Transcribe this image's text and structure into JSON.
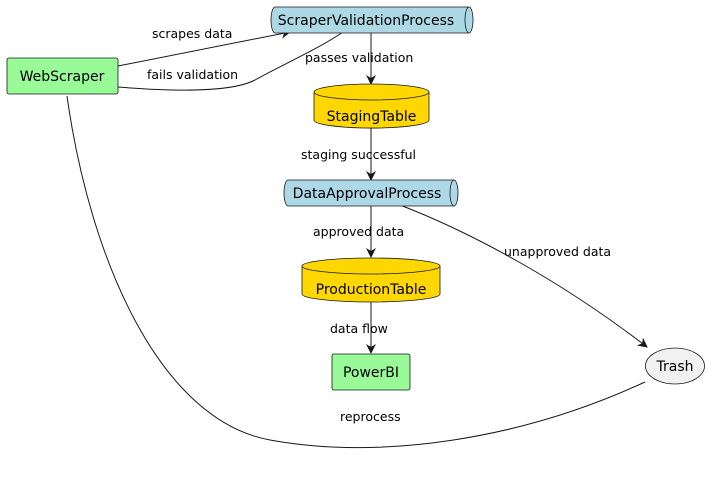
{
  "colors": {
    "process_fill": "#ADD8E6",
    "database_fill": "#FFD700",
    "component_fill": "#98FB98",
    "trash_fill": "#F1F1F1",
    "stroke": "#181818"
  },
  "nodes": {
    "web_scraper": {
      "label": "WebScraper"
    },
    "scraper_validation_process": {
      "label": "ScraperValidationProcess"
    },
    "staging_table": {
      "label": "StagingTable"
    },
    "data_approval_process": {
      "label": "DataApprovalProcess"
    },
    "production_table": {
      "label": "ProductionTable"
    },
    "power_bi": {
      "label": "PowerBI"
    },
    "trash": {
      "label": "Trash"
    }
  },
  "edges": {
    "scrapes_data": {
      "label": "scrapes data"
    },
    "fails_validation": {
      "label": "fails validation"
    },
    "passes_validation": {
      "label": "passes validation"
    },
    "staging_successful": {
      "label": "staging successful"
    },
    "approved_data": {
      "label": "approved data"
    },
    "unapproved_data": {
      "label": "unapproved data"
    },
    "data_flow": {
      "label": "data flow"
    },
    "reprocess": {
      "label": "reprocess"
    }
  }
}
